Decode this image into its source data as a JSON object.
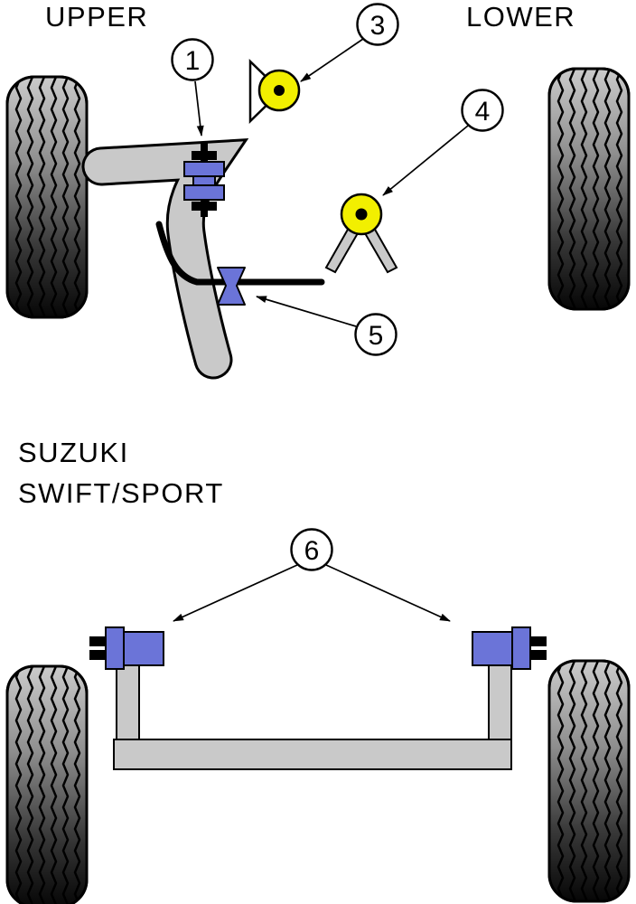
{
  "labels": {
    "upper": "UPPER",
    "lower": "LOWER"
  },
  "vehicle": {
    "line1": "SUZUKI",
    "line2": "SWIFT/SPORT"
  },
  "callouts": [
    {
      "number": "1"
    },
    {
      "number": "3"
    },
    {
      "number": "4"
    },
    {
      "number": "5"
    },
    {
      "number": "6"
    }
  ],
  "colors": {
    "bushing_blue": "#6b74d8",
    "part_yellow": "#f2ef00",
    "metal_gray": "#c9c9c9",
    "triangle_white": "#ffffff",
    "outline_black": "#000000",
    "label_bg": "#ffffff"
  }
}
